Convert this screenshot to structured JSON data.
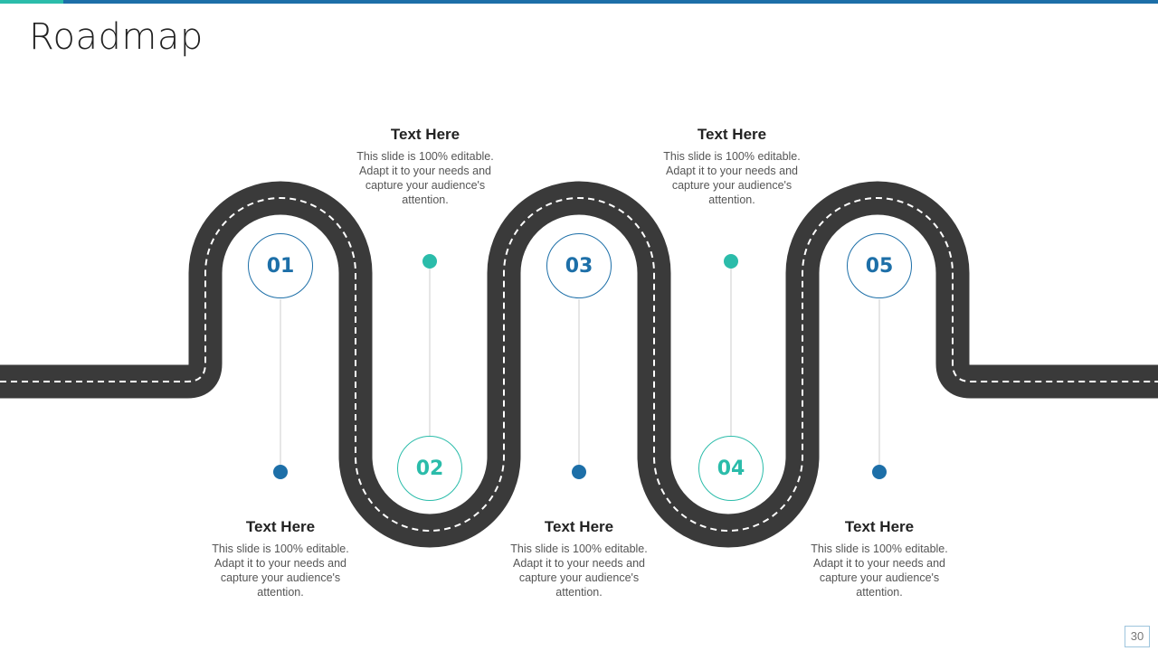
{
  "slide": {
    "title": "Roadmap",
    "page_number": "30"
  },
  "milestones": [
    {
      "number": "01",
      "heading": "Text Here",
      "body": "This slide is 100% editable. Adapt it to your needs and capture your audience's attention."
    },
    {
      "number": "02",
      "heading": "Text Here",
      "body": "This slide is 100% editable. Adapt it to your needs and capture your audience's attention."
    },
    {
      "number": "03",
      "heading": "Text Here",
      "body": "This slide is 100% editable. Adapt it to your needs and capture your audience's attention."
    },
    {
      "number": "04",
      "heading": "Text Here",
      "body": "This slide is 100% editable. Adapt it to your needs and capture your audience's attention."
    },
    {
      "number": "05",
      "heading": "Text Here",
      "body": "This slide is 100% editable. Adapt it to your needs and capture your audience's attention."
    }
  ],
  "colors": {
    "road": "#3a3a3a",
    "lane_marking": "#ffffff",
    "blue_accent": "#1d6fa8",
    "teal_accent": "#2bbcaa",
    "connector_line": "#cccccc"
  }
}
